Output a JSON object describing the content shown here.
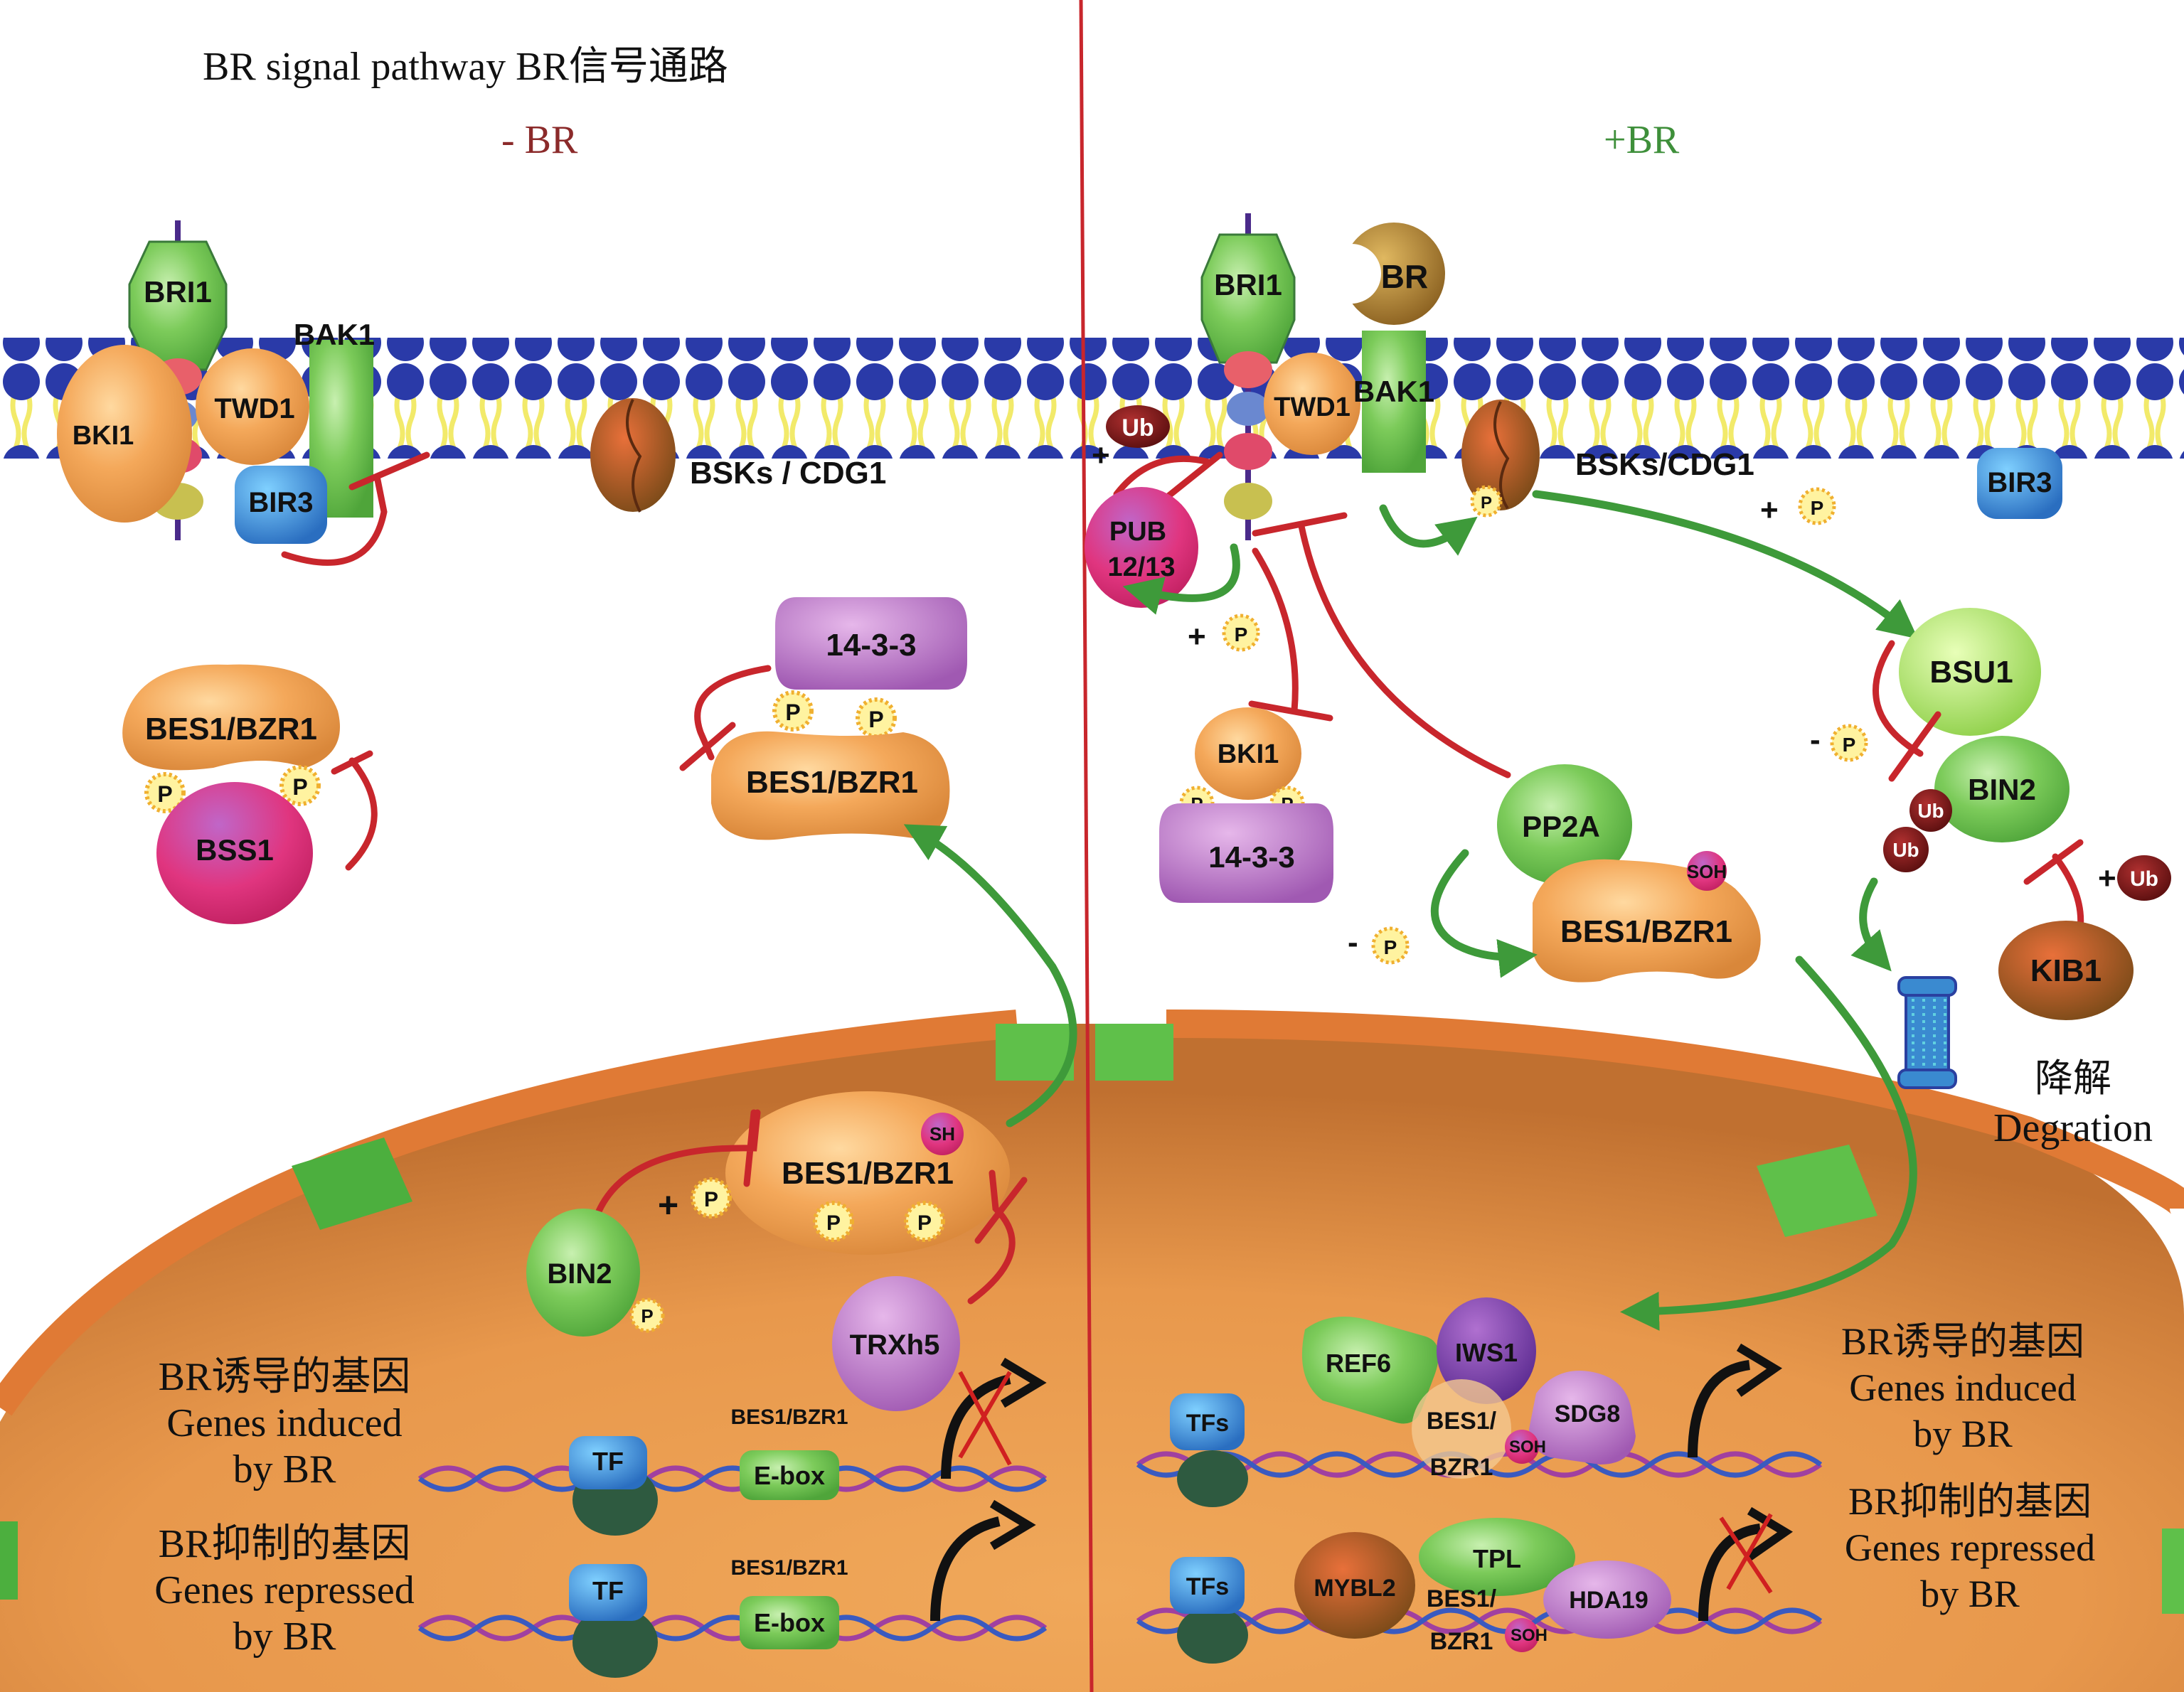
{
  "title": "BR signal pathway BR信号通路",
  "panels": {
    "left": {
      "label": "- BR",
      "color": "#8b2a2a"
    },
    "right": {
      "label": "+BR",
      "color": "#3e8f3a"
    }
  },
  "colors": {
    "inhibition": "#c8262c",
    "activation": "#3e9a3a",
    "membrane_head": "#2a3aa8",
    "membrane_tail": "#f2ea6a",
    "nucleus": "#e08a45"
  },
  "left_panel": {
    "membrane_proteins": {
      "bri1": "BRI1",
      "bak1": "BAK1",
      "bki1": "BKI1",
      "twd1": "TWD1",
      "bir3": "BIR3",
      "bsks": "BSKs / CDG1"
    },
    "cytoplasm": {
      "bes1_bss1": {
        "bes1": "BES1/BZR1",
        "p1": "P",
        "p2": "P",
        "bss1": "BSS1"
      },
      "bes1_1433": {
        "p14": "14-3-3",
        "p1": "P",
        "p2": "P",
        "bes1": "BES1/BZR1"
      }
    },
    "nucleus": {
      "bes1": "BES1/BZR1",
      "sh": "SH",
      "p1": "P",
      "p2": "P",
      "plus": "+",
      "p_add": "P",
      "bin2": "BIN2",
      "bin2_p": "P",
      "trxh5": "TRXh5",
      "induced": {
        "zh": "BR诱导的基因",
        "en1": "Genes induced",
        "en2": "by BR",
        "tf": "TF",
        "bes1": "BES1/BZR1",
        "ebox": "E-box"
      },
      "repressed": {
        "zh": "BR抑制的基因",
        "en1": "Genes repressed",
        "en2": "by BR",
        "tf": "TF",
        "bes1": "BES1/BZR1",
        "ebox": "E-box"
      }
    }
  },
  "right_panel": {
    "membrane_proteins": {
      "bri1": "BRI1",
      "br": "BR",
      "bak1": "BAK1",
      "twd1": "TWD1",
      "ub": "Ub",
      "ub_plus": "+",
      "bsks": "BSKs/CDG1",
      "bsks_p": "P",
      "bir3": "BIR3"
    },
    "cytoplasm": {
      "pub": {
        "l1": "PUB",
        "l2": "12/13"
      },
      "pub_p": {
        "sign": "+",
        "p": "P"
      },
      "bsk_p": {
        "sign": "+",
        "p": "P"
      },
      "bki1_complex": {
        "bki1": "BKI1",
        "p1": "P",
        "p2": "P",
        "p14": "14-3-3"
      },
      "pp2a": "PP2A",
      "bes1": {
        "label": "BES1/BZR1",
        "soh": "SOH"
      },
      "dephos": {
        "sign": "-",
        "p": "P"
      },
      "bsu1": "BSU1",
      "bsu1_dephos": {
        "sign": "-",
        "p": "P"
      },
      "bin2": "BIN2",
      "ub1": "Ub",
      "ub2": "Ub",
      "kib1": "KIB1",
      "kib1_ub": {
        "sign": "+",
        "ub": "Ub"
      },
      "degradation": {
        "zh": "降解",
        "en": "Degration"
      }
    },
    "nucleus": {
      "induced": {
        "tfs": "TFs",
        "ref6": "REF6",
        "iws1": "IWS1",
        "sdg8": "SDG8",
        "bes1a": "BES1/",
        "bes1b": "BZR1",
        "soh": "SOH",
        "zh": "BR诱导的基因",
        "en1": "Genes induced",
        "en2": "by BR"
      },
      "repressed": {
        "tfs": "TFs",
        "mybl2": "MYBL2",
        "tpl": "TPL",
        "hda19": "HDA19",
        "bes1a": "BES1/",
        "bes1b": "BZR1",
        "soh": "SOH",
        "zh": "BR抑制的基因",
        "en1": "Genes repressed",
        "en2": "by BR"
      }
    }
  }
}
